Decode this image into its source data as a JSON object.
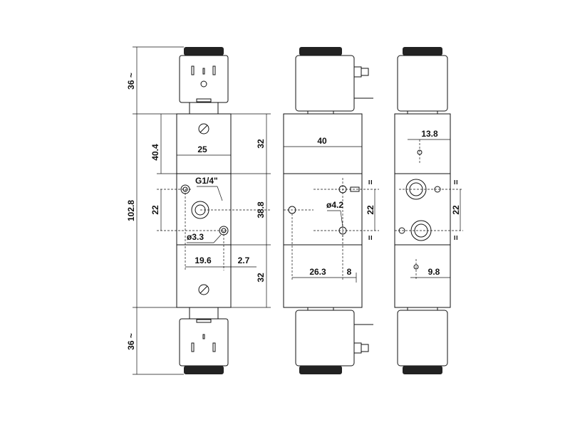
{
  "front_view": {
    "coil_top_height": "36 ~",
    "total_height": "102.8",
    "upper_offset": "40.4",
    "body_width": "25",
    "port_thread": "G1/4\"",
    "port_spacing": "22",
    "mount_hole": "ø3.3",
    "hole_offset": "19.6",
    "hole_margin": "2.7",
    "upper_section": "32",
    "center_height": "38.8",
    "lower_section": "32",
    "coil_bottom_height": "36 ~"
  },
  "side_view": {
    "body_depth": "40",
    "pilot_hole": "ø4.2",
    "port_spacing": "22",
    "port_offset": "26.3",
    "port_margin": "8",
    "equal_mark": "="
  },
  "rear_view": {
    "top_offset": "13.8",
    "port_spacing": "22",
    "bottom_offset": "9.8",
    "equal_mark": "="
  }
}
